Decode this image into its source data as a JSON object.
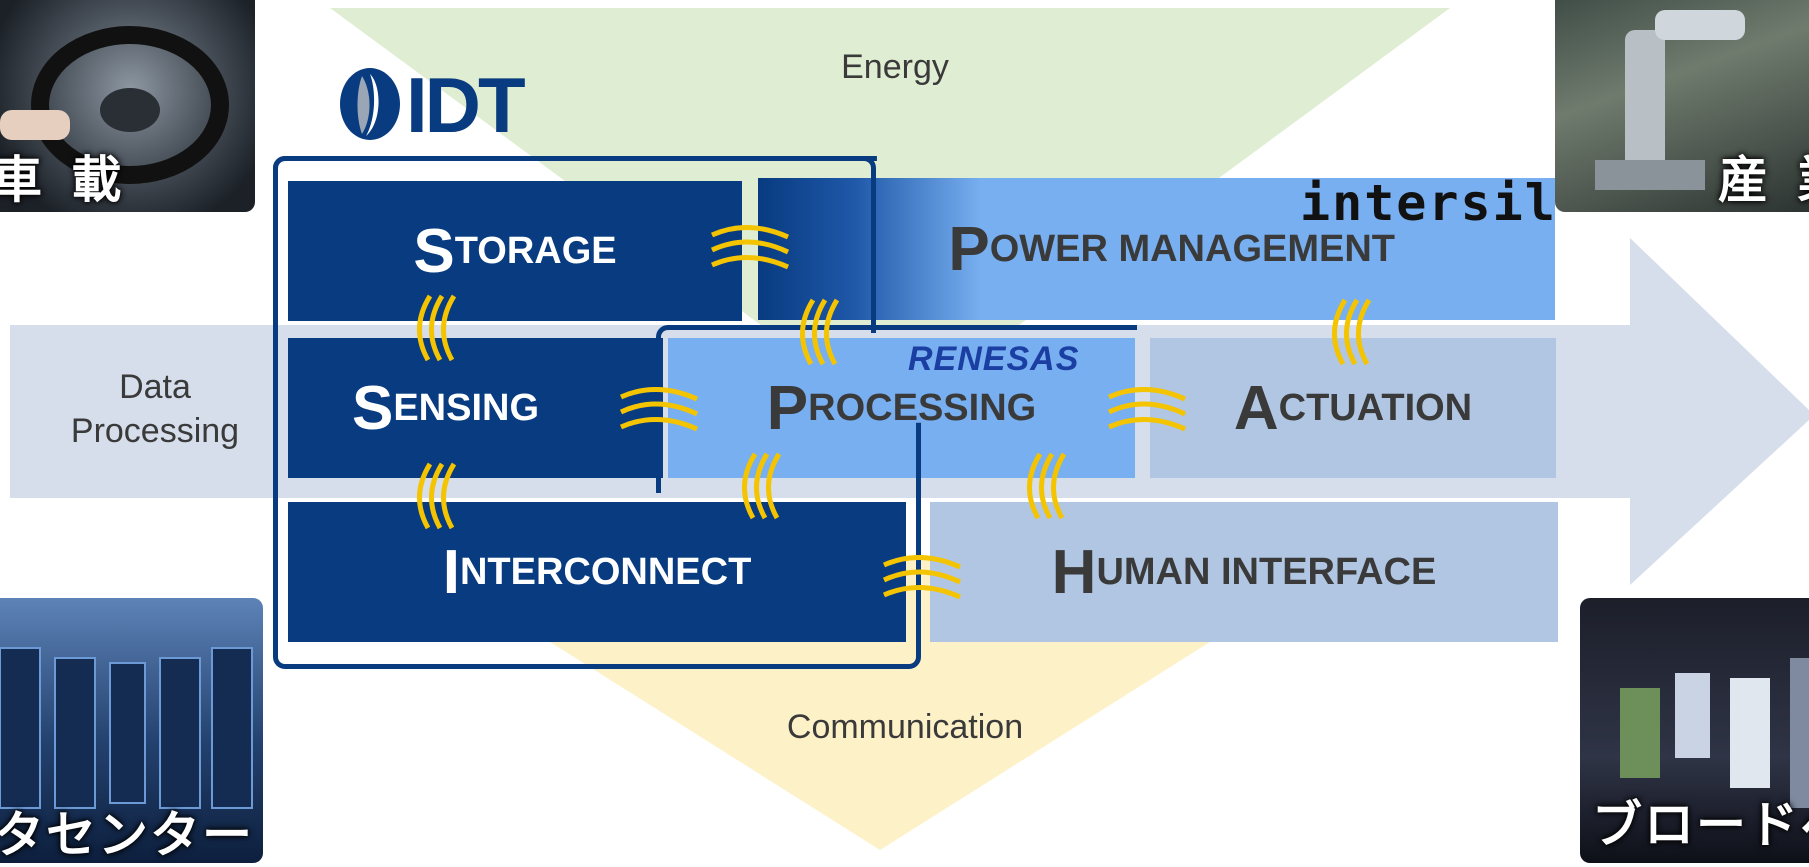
{
  "diagram": {
    "energy_label": "Energy",
    "communication_label": "Communication",
    "data_processing_label_line1": "Data",
    "data_processing_label_line2": "Processing",
    "blocks": {
      "storage": {
        "first": "S",
        "rest": "TORAGE"
      },
      "power": {
        "first": "P",
        "rest": "OWER MANAGEMENT"
      },
      "sensing": {
        "first": "S",
        "rest": "ENSING"
      },
      "processing": {
        "first": "P",
        "rest": "ROCESSING"
      },
      "actuation": {
        "first": "A",
        "rest": "CTUATION"
      },
      "interconnect": {
        "first": "I",
        "rest": "NTERCONNECT"
      },
      "human": {
        "first": "H",
        "rest": "UMAN INTERFACE"
      }
    },
    "logos": {
      "idt": "IDT",
      "intersil": "intersil",
      "renesas": "RENESAS"
    }
  },
  "photos": {
    "automotive_caption": "車 載",
    "industrial_caption": "産 業",
    "datacenter_caption": "タセンター",
    "broadband_caption": "ブロードヘ"
  },
  "colors": {
    "dark_blue": "#083b80",
    "light_blue": "#78aff0",
    "pale_blue": "#b0c6e3",
    "connector_yellow": "#f5c400",
    "energy_green": "#dfeed2",
    "communication_yellow": "#fdf1c8",
    "arrow_blue": "#d5deea"
  }
}
